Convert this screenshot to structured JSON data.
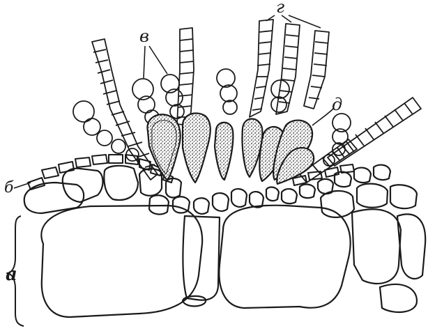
{
  "labels": {
    "a": "а",
    "b": "б",
    "v": "в",
    "g": "г",
    "d": "д"
  },
  "colors": {
    "ink": "#1a1a1a",
    "paper": "#ffffff",
    "stipple": "#2b2b2b"
  }
}
